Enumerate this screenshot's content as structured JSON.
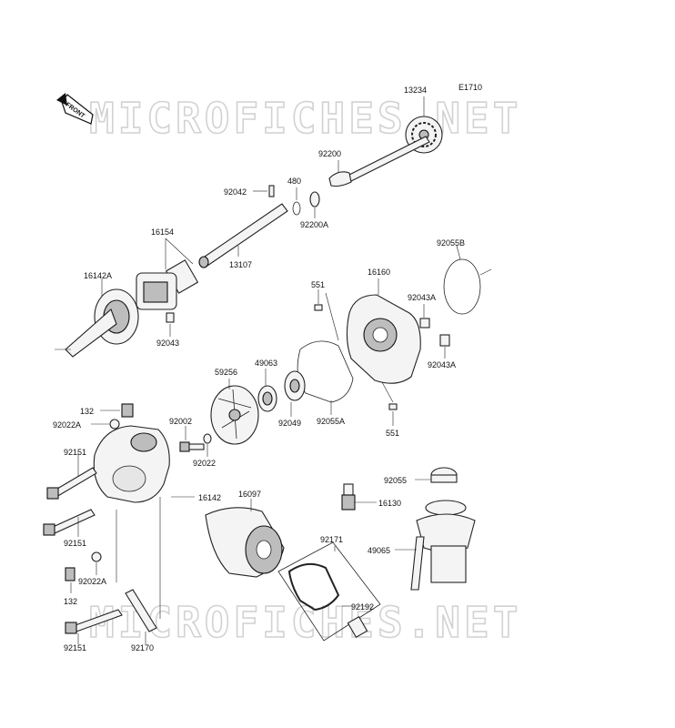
{
  "diagram": {
    "code": "E1710",
    "front_label": "FRONT",
    "watermark": "MICROFICHES.NET",
    "parts": {
      "p13234": "13234",
      "p92200": "92200",
      "p480": "480",
      "p92042": "92042",
      "p92200A": "92200A",
      "p13107": "13107",
      "p16154": "16154",
      "p16142A": "16142A",
      "p92043": "92043",
      "p92055B": "92055B",
      "p551_top": "551",
      "p16160": "16160",
      "p92043A_top": "92043A",
      "p92043A_bot": "92043A",
      "p59256": "59256",
      "p49063": "49063",
      "p92049": "92049",
      "p92055A": "92055A",
      "p551_bot": "551",
      "p132_top": "132",
      "p92022A_top": "92022A",
      "p92002": "92002",
      "p92022": "92022",
      "p92151_a": "92151",
      "p16142": "16142",
      "p16097": "16097",
      "p92055": "92055",
      "p16130": "16130",
      "p92151_b": "92151",
      "p92171": "92171",
      "p49065": "49065",
      "p92022A_bot": "92022A",
      "p132_bot": "132",
      "p92192": "92192",
      "p92151_c": "92151",
      "p92170": "92170"
    }
  }
}
